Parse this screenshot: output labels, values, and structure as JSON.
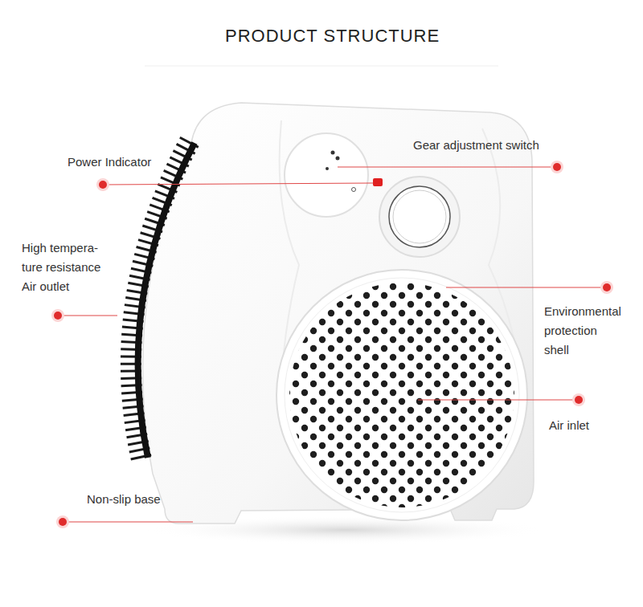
{
  "diagram": {
    "title": "PRODUCT STRUCTURE",
    "labels": [
      "Power Indicator",
      "Gear adjustment switch",
      "High tempera- ture resistance Air outlet",
      "Environmental protection shell",
      "Air inlet",
      "Non-slip base"
    ]
  }
}
